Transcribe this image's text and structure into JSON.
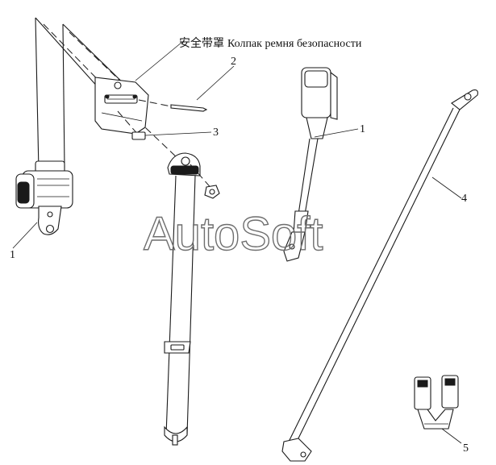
{
  "caption": {
    "chinese": "安全带罩",
    "russian": "Колпак ремня безопасности"
  },
  "callouts": {
    "retractor": "1",
    "cover": "2",
    "clip": "3",
    "buckle": "1",
    "strap": "4",
    "double_buckle": "5"
  },
  "watermark": "AutoSoft"
}
